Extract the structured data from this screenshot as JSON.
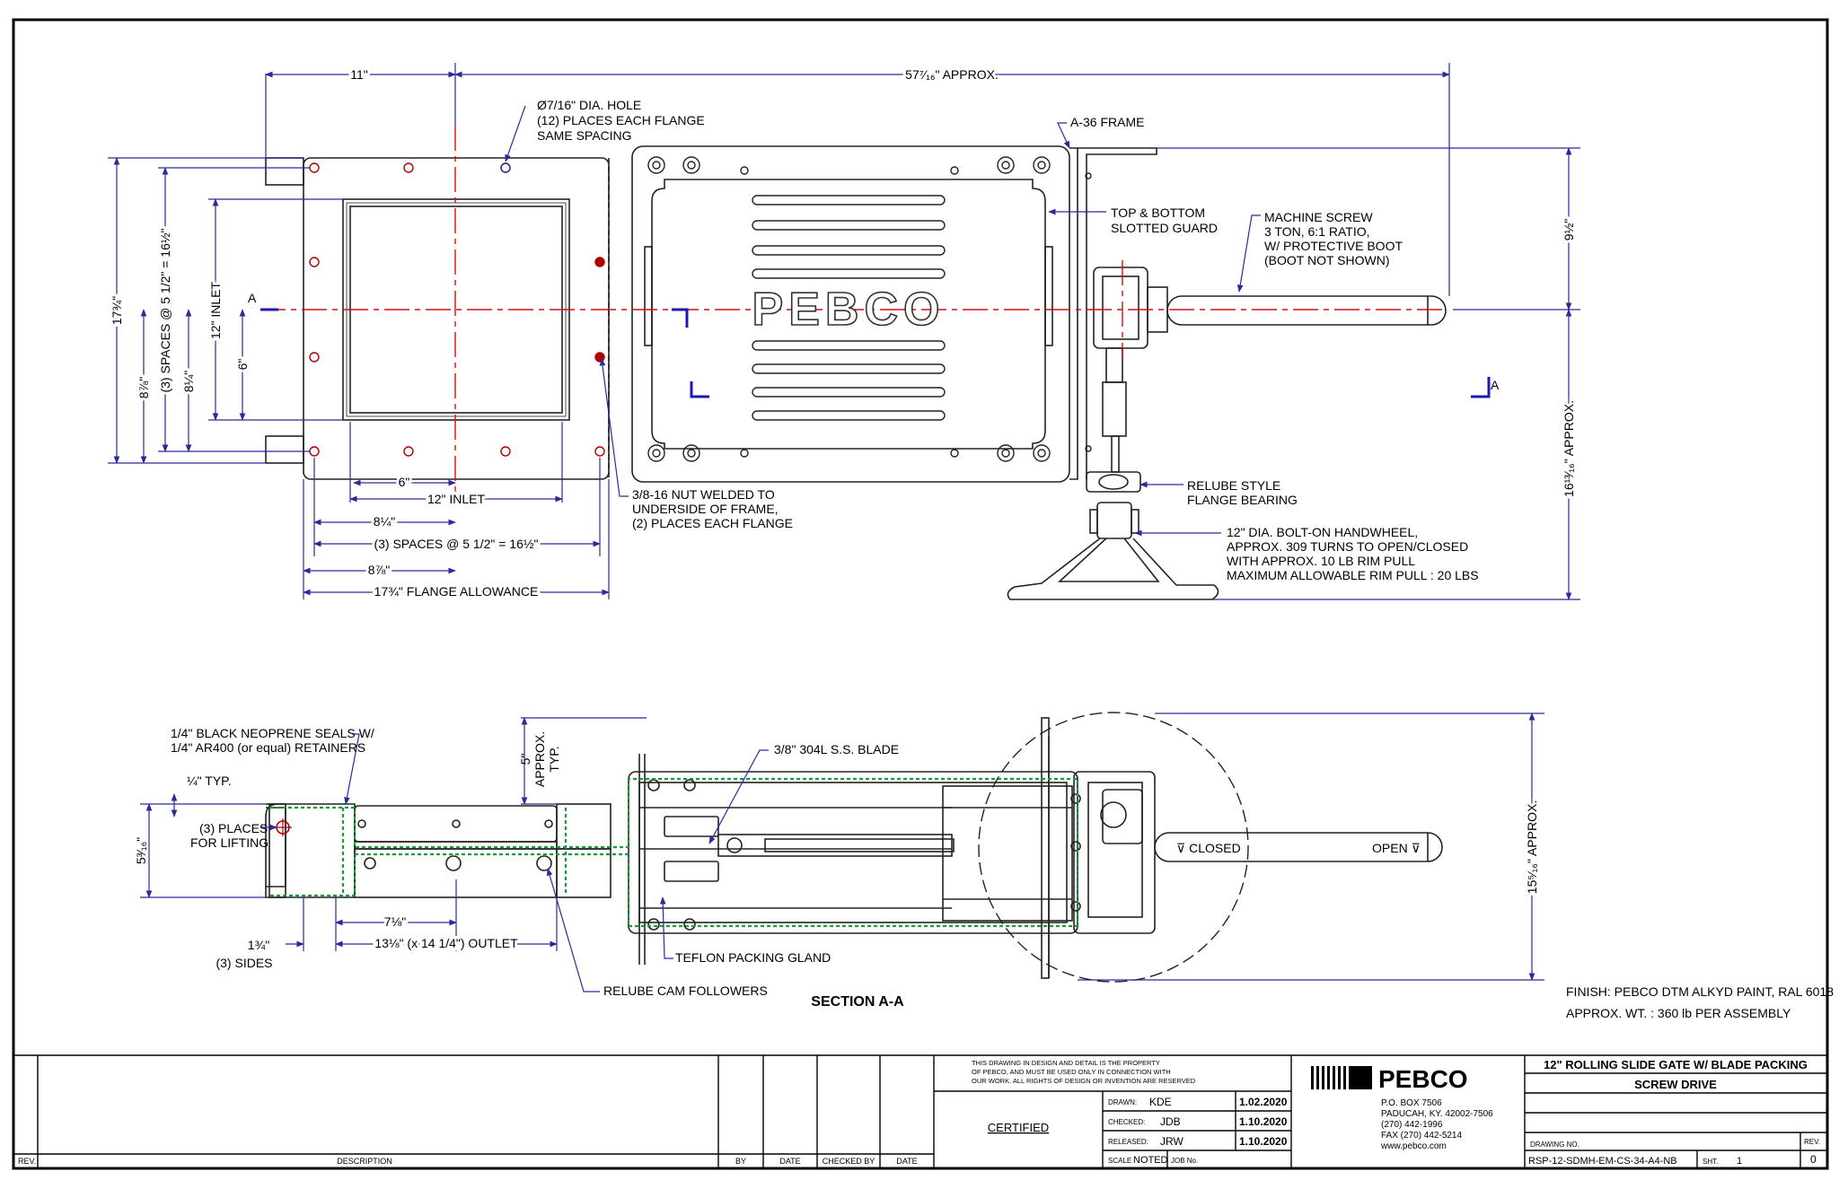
{
  "notes": {
    "hole": [
      "Ø7/16\" DIA. HOLE",
      "(12) PLACES EACH FLANGE",
      "SAME SPACING"
    ],
    "frame": "A-36 FRAME",
    "guard": [
      "TOP & BOTTOM",
      "SLOTTED GUARD"
    ],
    "machine_screw": [
      "MACHINE SCREW",
      "3 TON, 6:1 RATIO,",
      "W/ PROTECTIVE BOOT",
      "(BOOT NOT SHOWN)"
    ],
    "nut": [
      "3/8-16 NUT WELDED TO",
      "UNDERSIDE OF FRAME,",
      "(2) PLACES EACH FLANGE"
    ],
    "bearing": [
      "RELUBE STYLE",
      "FLANGE BEARING"
    ],
    "handwheel": [
      "12\" DIA. BOLT-ON HANDWHEEL,",
      "APPROX. 309 TURNS TO OPEN/CLOSED",
      "WITH APPROX. 10 LB RIM PULL",
      "MAXIMUM ALLOWABLE RIM PULL : 20 LBS"
    ],
    "seals": [
      "1/4\" BLACK NEOPRENE SEALS W/",
      "1/4\" AR400 (or equal) RETAINERS"
    ],
    "blade": "3/8\" 304L S.S. BLADE",
    "lifting": [
      "(3) PLACES",
      "FOR LIFTING"
    ],
    "teflon": "TEFLON PACKING GLAND",
    "cam": "RELUBE CAM FOLLOWERS",
    "closed": "⊽ CLOSED",
    "open": "OPEN ⊽",
    "section_title": "SECTION A-A",
    "section_marker": "A",
    "logo_text": "PEBCO",
    "finish": "FINISH:  PEBCO DTM ALKYD PAINT, RAL 6018",
    "weight": "APPROX. WT. :   360 lb    PER ASSEMBLY"
  },
  "dimensions": {
    "d11": "11\"",
    "d57": "57⁷⁄₁₆\" APPROX.",
    "d6h": "6\"",
    "d12h": "12\" INLET",
    "d8q": "8¼\"",
    "d3sp": "(3) SPACES @ 5 1/2\" = 16½\"",
    "d8e": "8⅞\"",
    "d17flange": "17¾\" FLANGE ALLOWANCE",
    "v17": "17¾\"",
    "v8e": "8⅞\"",
    "v3sp": "(3) SPACES @ 5 1/2\" = 16½\"",
    "v8q": "8¼\"",
    "v12": "12\" INLET",
    "v6": "6\"",
    "v9h": "9½\"",
    "v16": "16¹³⁄₁₆\" APPROX.",
    "q_typ": "¼\" TYP.",
    "v5typ": [
      "5\"",
      "APPROX.",
      "TYP."
    ],
    "v5s": "5³⁄₁₆\"",
    "d71": "7⅛\"",
    "d131": "13⅛\" (x 14 1/4\") OUTLET",
    "d13s": [
      "1¾\"",
      "(3) SIDES"
    ],
    "v15": "15⁵⁄₁₆\" APPROX."
  },
  "title_block": {
    "rev_header": "REV.",
    "description_header": "DESCRIPTION",
    "by_header": "BY",
    "date_header": "DATE",
    "checked_header": "CHECKED BY",
    "date2_header": "DATE",
    "property_note": [
      "THIS DRAWING IN DESIGN AND DETAIL IS THE PROPERTY",
      "OF PEBCO, AND MUST BE USED ONLY IN CONNECTION WITH",
      "OUR WORK.  ALL RIGHTS OF DESIGN OR INVENTION ARE RESERVED"
    ],
    "certified": "CERTIFIED",
    "drawn_label": "DRAWN:",
    "drawn_by": "KDE",
    "drawn_date": "1.02.2020",
    "checked_label": "CHECKED:",
    "checked_by": "JDB",
    "checked_date": "1.10.2020",
    "released_label": "RELEASED:",
    "released_by": "JRW",
    "released_date": "1.10.2020",
    "scale_label": "SCALE",
    "scale_value": "NOTED",
    "job_label": "JOB No.",
    "company": "PEBCO",
    "address": [
      "P.O. BOX 7506",
      "PADUCAH, KY. 42002-7506",
      "(270) 442-1996",
      "FAX (270) 442-5214",
      "www.pebco.com"
    ],
    "title1": "12\" ROLLING SLIDE GATE W/ BLADE PACKING",
    "title2": "SCREW DRIVE",
    "drawing_no_label": "DRAWING NO.",
    "drawing_no": "RSP-12-SDMH-EM-CS-34-A4-NB",
    "sheet_label": "SHT.",
    "sheet": "1",
    "rev_label": "REV.",
    "rev": "0"
  }
}
